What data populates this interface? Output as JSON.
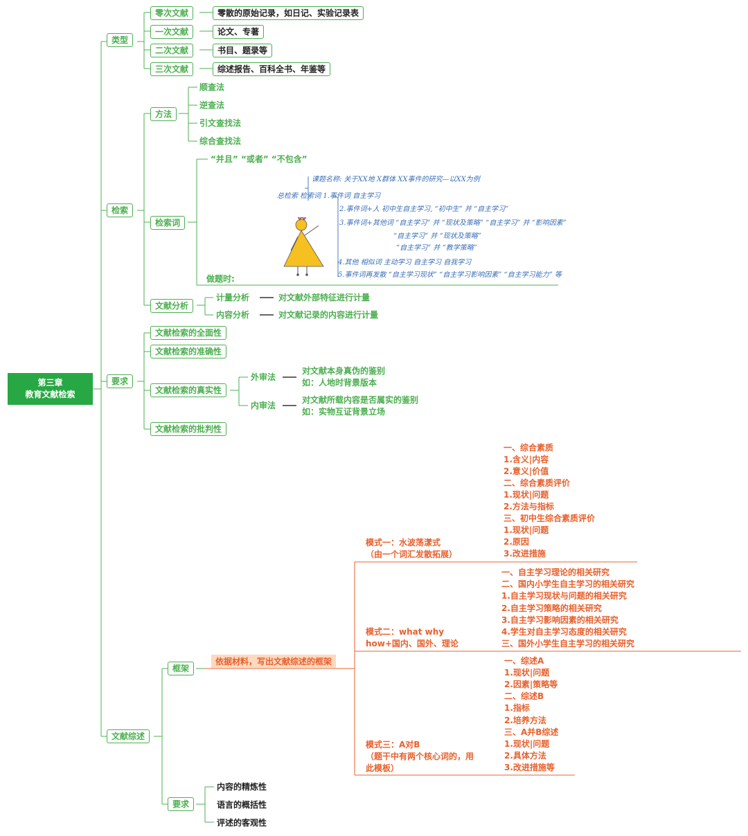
{
  "root": {
    "line1": "第三章",
    "line2": "教育文献检索"
  },
  "types": {
    "label": "类型",
    "items": [
      {
        "name": "零次文献",
        "desc": "零散的原始记录，如日记、实验记录表"
      },
      {
        "name": "一次文献",
        "desc": "论文、专著"
      },
      {
        "name": "二次文献",
        "desc": "书目、题录等"
      },
      {
        "name": "三次文献",
        "desc": "综述报告、百科全书、年鉴等"
      }
    ]
  },
  "search": {
    "label": "检索",
    "method_label": "方法",
    "methods": [
      "顺查法",
      "逆查法",
      "引文查找法",
      "综合查找法"
    ],
    "keyword_label": "检索词",
    "operators": "“并且” “或者” “不包含”",
    "doing_label": "做题时:",
    "handwriting": [
      "课题名称: 关于XX地 X群体 XX事件的研究—以XX为例",
      "总检索   检索词   1.事件词  自主学习",
      "2.事件词+人  初中生自主学习, “初中生” 并 “自主学习”",
      "3.事件词+其他词  “自主学习” 并 “现状及策略”   “自主学习” 并 “影响因素”",
      "“自主学习” 并 “现状及策略”",
      "“自主学习” 并 “教学策略”",
      "4.其他 相似词  主动学习  自主学习  自我学习",
      "5.事件词再发散  “自主学习现状”  “自主学习影响因素”  “自主学习能力” 等"
    ],
    "analysis_label": "文献分析",
    "analysis": [
      {
        "name": "计量分析",
        "desc": "对文献外部特征进行计量"
      },
      {
        "name": "内容分析",
        "desc": "对文献记录的内容进行计量"
      }
    ]
  },
  "requirements": {
    "label": "要求",
    "items": [
      "文献检索的全面性",
      "文献检索的准确性",
      "文献检索的真实性",
      "文献检索的批判性"
    ],
    "external": {
      "name": "外审法",
      "line1": "对文献本身真伪的鉴别",
      "line2": "如：人地时背景版本"
    },
    "internal": {
      "name": "内审法",
      "line1": "对文献所载内容是否属实的鉴别",
      "line2": "如：实物互证背景立场"
    }
  },
  "review": {
    "label": "文献综述",
    "framework_label": "框架",
    "framework_task": "依据材料，写出文献综述的框架",
    "mode1": {
      "line1": "模式一：水波荡漾式",
      "line2": "（由一个词汇发散拓展）",
      "items": [
        "一、综合素质",
        "1.含义|内容",
        "2.意义|价值",
        "二、综合素质评价",
        "1.现状|问题",
        "2.方法与指标",
        "三、初中生综合素质评价",
        "1.现状|问题",
        "2.原因",
        "3.改进措施"
      ]
    },
    "mode2": {
      "line1": "模式二：what why",
      "line2": "how+国内、国外、理论",
      "items": [
        "一、自主学习理论的相关研究",
        "二、国内小学生自主学习的相关研究",
        "1.自主学习现状与问题的相关研究",
        "2.自主学习策略的相关研究",
        "3.自主学习影响因素的相关研究",
        "4.学生对自主学习态度的相关研究",
        "三、国外小学生自主学习的相关研究"
      ]
    },
    "mode3": {
      "line1": "模式三：A对B",
      "line2": "（题干中有两个核心词的，用",
      "line3": "此模板）",
      "items": [
        "一、综述A",
        "1.现状|问题",
        "2.因素|策略等",
        "二、综述B",
        "1.指标",
        "2.培养方法",
        "三、A并B综述",
        "1.现状|问题",
        "2.具体方法",
        "3.改进措施等"
      ]
    },
    "req_label": "要求",
    "reqs": [
      "内容的精炼性",
      "语言的概括性",
      "评述的客观性"
    ]
  },
  "colors": {
    "green": "#4caf50",
    "orange": "#e8602c",
    "root": "#27a844",
    "ink": "#3a6fb8"
  }
}
